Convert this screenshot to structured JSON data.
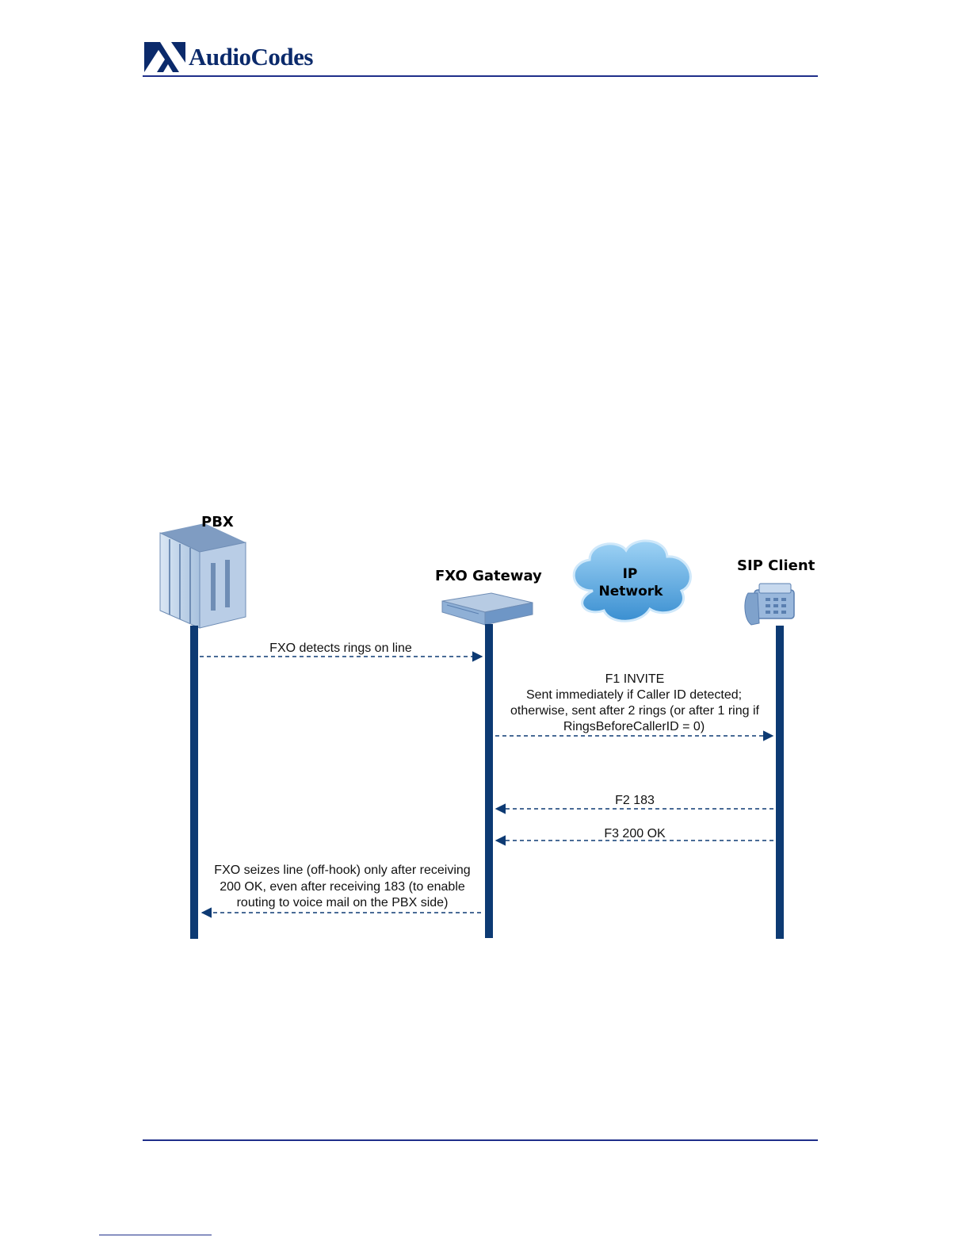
{
  "header": {
    "logo_text": "AudioCodes"
  },
  "diagram": {
    "entities": {
      "pbx": "PBX",
      "gateway": "FXO Gateway",
      "network_line1": "IP",
      "network_line2": "Network",
      "sip": "SIP Client"
    },
    "messages": {
      "m1": "FXO detects rings on line",
      "m2_line1": "F1   INVITE",
      "m2_line2": "Sent immediately if Caller ID detected;",
      "m2_line3": "otherwise, sent after 2 rings (or after 1 ring if",
      "m2_line4": "RingsBeforeCallerID = 0)",
      "m3": "F2 183",
      "m4": "F3 200 OK",
      "m5_line1": "FXO seizes line (off-hook) only after receiving",
      "m5_line2": "200 OK, even after receiving 183 (to enable",
      "m5_line3": "routing to voice mail on the PBX side)"
    }
  },
  "colors": {
    "lifeline": "#0d3a73",
    "rule": "#1f2f8a",
    "logo": "#0b2a6b"
  }
}
